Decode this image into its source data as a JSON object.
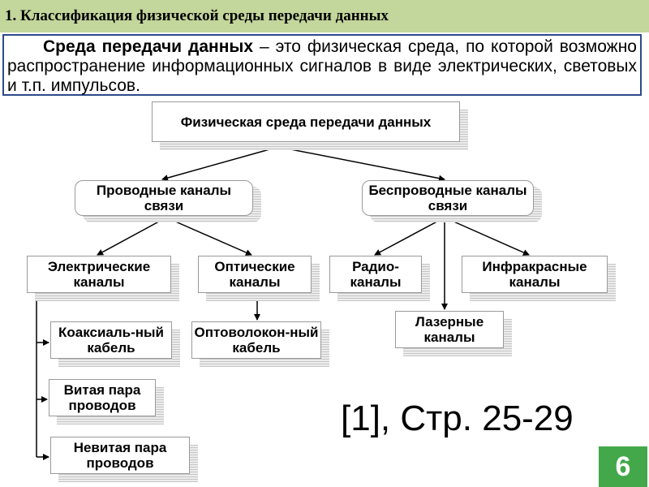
{
  "header": {
    "title": "1. Классификация физической среды передачи данных"
  },
  "definition": {
    "term": "Среда передачи данных",
    "text": " – это физическая среда, по которой возможно распространение информационных сигналов в виде электрических, световых и т.п. импульсов."
  },
  "diagram": {
    "root": "Физическая среда передачи данных",
    "wired": "Проводные каналы связи",
    "wireless": "Беспроводные каналы связи",
    "electric": "Электрические каналы",
    "optical": "Оптические каналы",
    "radio": "Радио-каналы",
    "infrared": "Инфракрасные каналы",
    "laser": "Лазерные каналы",
    "coaxial": "Коаксиаль-ный кабель",
    "fiber": "Оптоволокон-ный кабель",
    "twisted_pair": "Витая пара проводов",
    "untwisted_pair": "Невитая пара проводов"
  },
  "reference": "[1], Стр. 25-29",
  "page_number": "6",
  "colors": {
    "title_bar": "#c3d69b",
    "definition_border": "#2e4a8a",
    "page_badge": "#43a84a"
  }
}
